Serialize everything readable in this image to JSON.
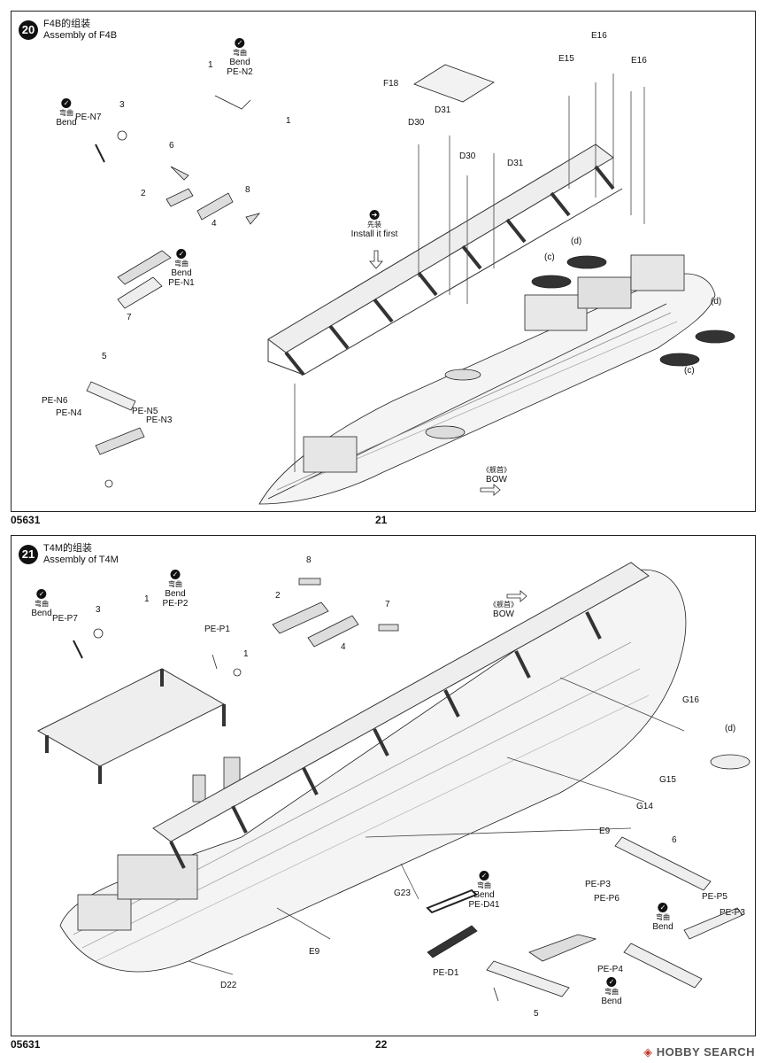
{
  "step20": {
    "number": "20",
    "title_cn": "F4B的组装",
    "title_en": "Assembly of F4B",
    "bend_cn": "弯曲",
    "bend_en": "Bend",
    "first_cn": "先装",
    "install_first": "Install it first",
    "bow_cn": "《舰首》",
    "bow_en": "BOW",
    "parts": {
      "n2": "PE-N2",
      "n7": "PE-N7",
      "n1": "PE-N1",
      "n6": "PE-N6",
      "n4": "PE-N4",
      "n5": "PE-N5",
      "n3": "PE-N3",
      "p1a": "1",
      "p1b": "1",
      "p3": "3",
      "p6": "6",
      "p2": "2",
      "p4": "4",
      "p8": "8",
      "p7": "7",
      "p5": "5",
      "f18": "F18",
      "d31a": "D31",
      "d30a": "D30",
      "d30b": "D30",
      "d31b": "D31",
      "e15": "E15",
      "e16a": "E16",
      "e16b": "E16",
      "c1": "(c)",
      "d1": "(d)",
      "d2": "(d)",
      "c2": "(c)"
    }
  },
  "step21": {
    "number": "21",
    "title_cn": "T4M的组装",
    "title_en": "Assembly of T4M",
    "bend_cn": "弯曲",
    "bend_en": "Bend",
    "bow_cn": "《舰首》",
    "bow_en": "BOW",
    "parts": {
      "p7pe": "PE-P7",
      "p2pe": "PE-P2",
      "p1pe": "PE-P1",
      "p3": "3",
      "p1a": "1",
      "p1b": "1",
      "p8": "8",
      "p2": "2",
      "p4": "4",
      "p7": "7",
      "g16": "G16",
      "d": "(d)",
      "g15": "G15",
      "g14": "G14",
      "e9a": "E9",
      "g23": "G23",
      "pe_d41": "PE-D41",
      "e9b": "E9",
      "d22": "D22",
      "pe_d1": "PE-D1",
      "p6": "6",
      "pe_p3a": "PE-P3",
      "pe_p6": "PE-P6",
      "pe_p5": "PE-P5",
      "pe_p3b": "PE-P3",
      "pe_p4": "PE-P4",
      "p5": "5"
    }
  },
  "footer": {
    "code_left_top": "05631",
    "page_top": "21",
    "code_left_bottom": "05631",
    "page_bottom": "22"
  },
  "watermark": {
    "brand": "HOBBY SEARCH"
  }
}
